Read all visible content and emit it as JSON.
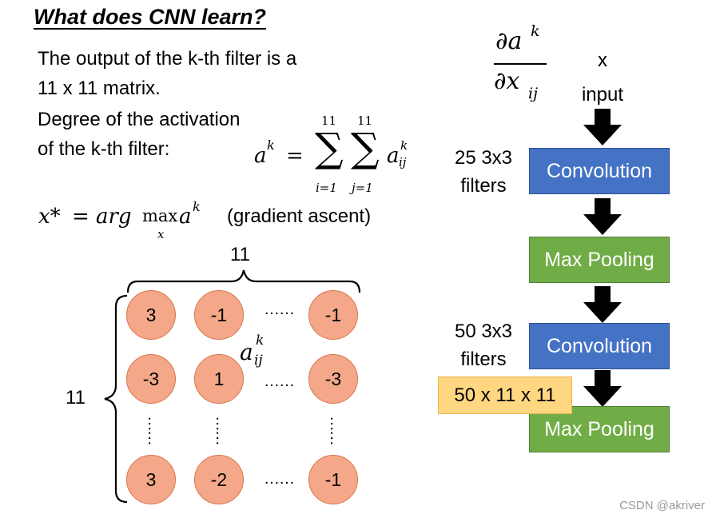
{
  "title": "What does CNN learn?",
  "text": {
    "line1": "The output of the k-th filter is a",
    "line2": "11 x 11 matrix.",
    "line3": "Degree of the activation",
    "line4": "of the k-th filter:",
    "gradient_note": "(gradient ascent)"
  },
  "formula_activation": {
    "lhs": "a",
    "sup": "k",
    "sum_upper": "11",
    "sum_lower_i": "i=1",
    "sum_lower_j": "j=1",
    "term": "a",
    "term_sub": "ij",
    "term_sup": "k"
  },
  "formula_argmax": {
    "x_star": "x*",
    "eq": "=",
    "arg": "arg",
    "max": "max",
    "max_sub": "x",
    "a": "a",
    "a_sup": "k"
  },
  "matrix": {
    "width_label": "11",
    "height_label": "11",
    "element_label": "a",
    "element_sub": "ij",
    "element_sup": "k",
    "rows": [
      [
        "3",
        "-1",
        "-1"
      ],
      [
        "-3",
        "1",
        "-3"
      ],
      [
        "3",
        "-2",
        "-1"
      ]
    ],
    "dots": "……"
  },
  "derivative": {
    "numer": "∂a",
    "numer_sup": "k",
    "denom": "∂x",
    "denom_sub": "ij"
  },
  "pipeline": {
    "x_label": "x",
    "input_label": "input",
    "filters1_line1": "25 3x3",
    "filters1_line2": "filters",
    "conv1": "Convolution",
    "pool1": "Max Pooling",
    "filters2_line1": "50 3x3",
    "filters2_line2": "filters",
    "conv2": "Convolution",
    "output_size": "50 x 11 x 11",
    "pool2": "Max Pooling"
  },
  "colors": {
    "conv": "#4472c4",
    "pool": "#70ad47",
    "circle": "#f4a889",
    "highlight": "#ffd780"
  },
  "watermark": "CSDN @akriver"
}
